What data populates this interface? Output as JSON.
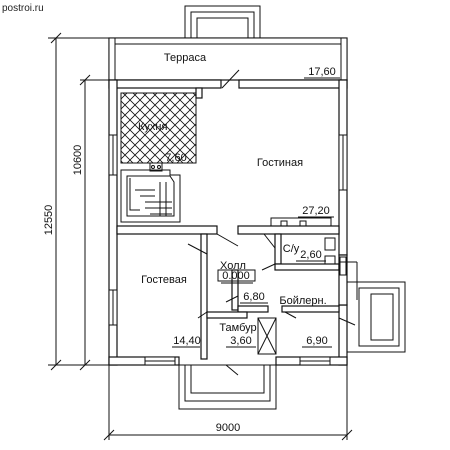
{
  "watermark": "postroi.ru",
  "rooms": {
    "terrace": {
      "name": "Терраса",
      "area": "17,60"
    },
    "kitchen": {
      "name": "Кухня",
      "area": "7,60"
    },
    "living": {
      "name": "Гостиная",
      "area": "27,20"
    },
    "bathroom": {
      "name": "С/у",
      "area": "2,60"
    },
    "hall": {
      "name": "Холл",
      "level": "0.000"
    },
    "guest": {
      "name": "Гостевая",
      "area": "14,40"
    },
    "boiler": {
      "name": "Бойлерн.",
      "area": "6,80"
    },
    "vestibule": {
      "name": "Тамбур",
      "area": "3,60"
    },
    "right_room": {
      "area": "6,90"
    }
  },
  "dimensions": {
    "overall_height": "12550",
    "house_height": "10600",
    "width": "9000"
  }
}
